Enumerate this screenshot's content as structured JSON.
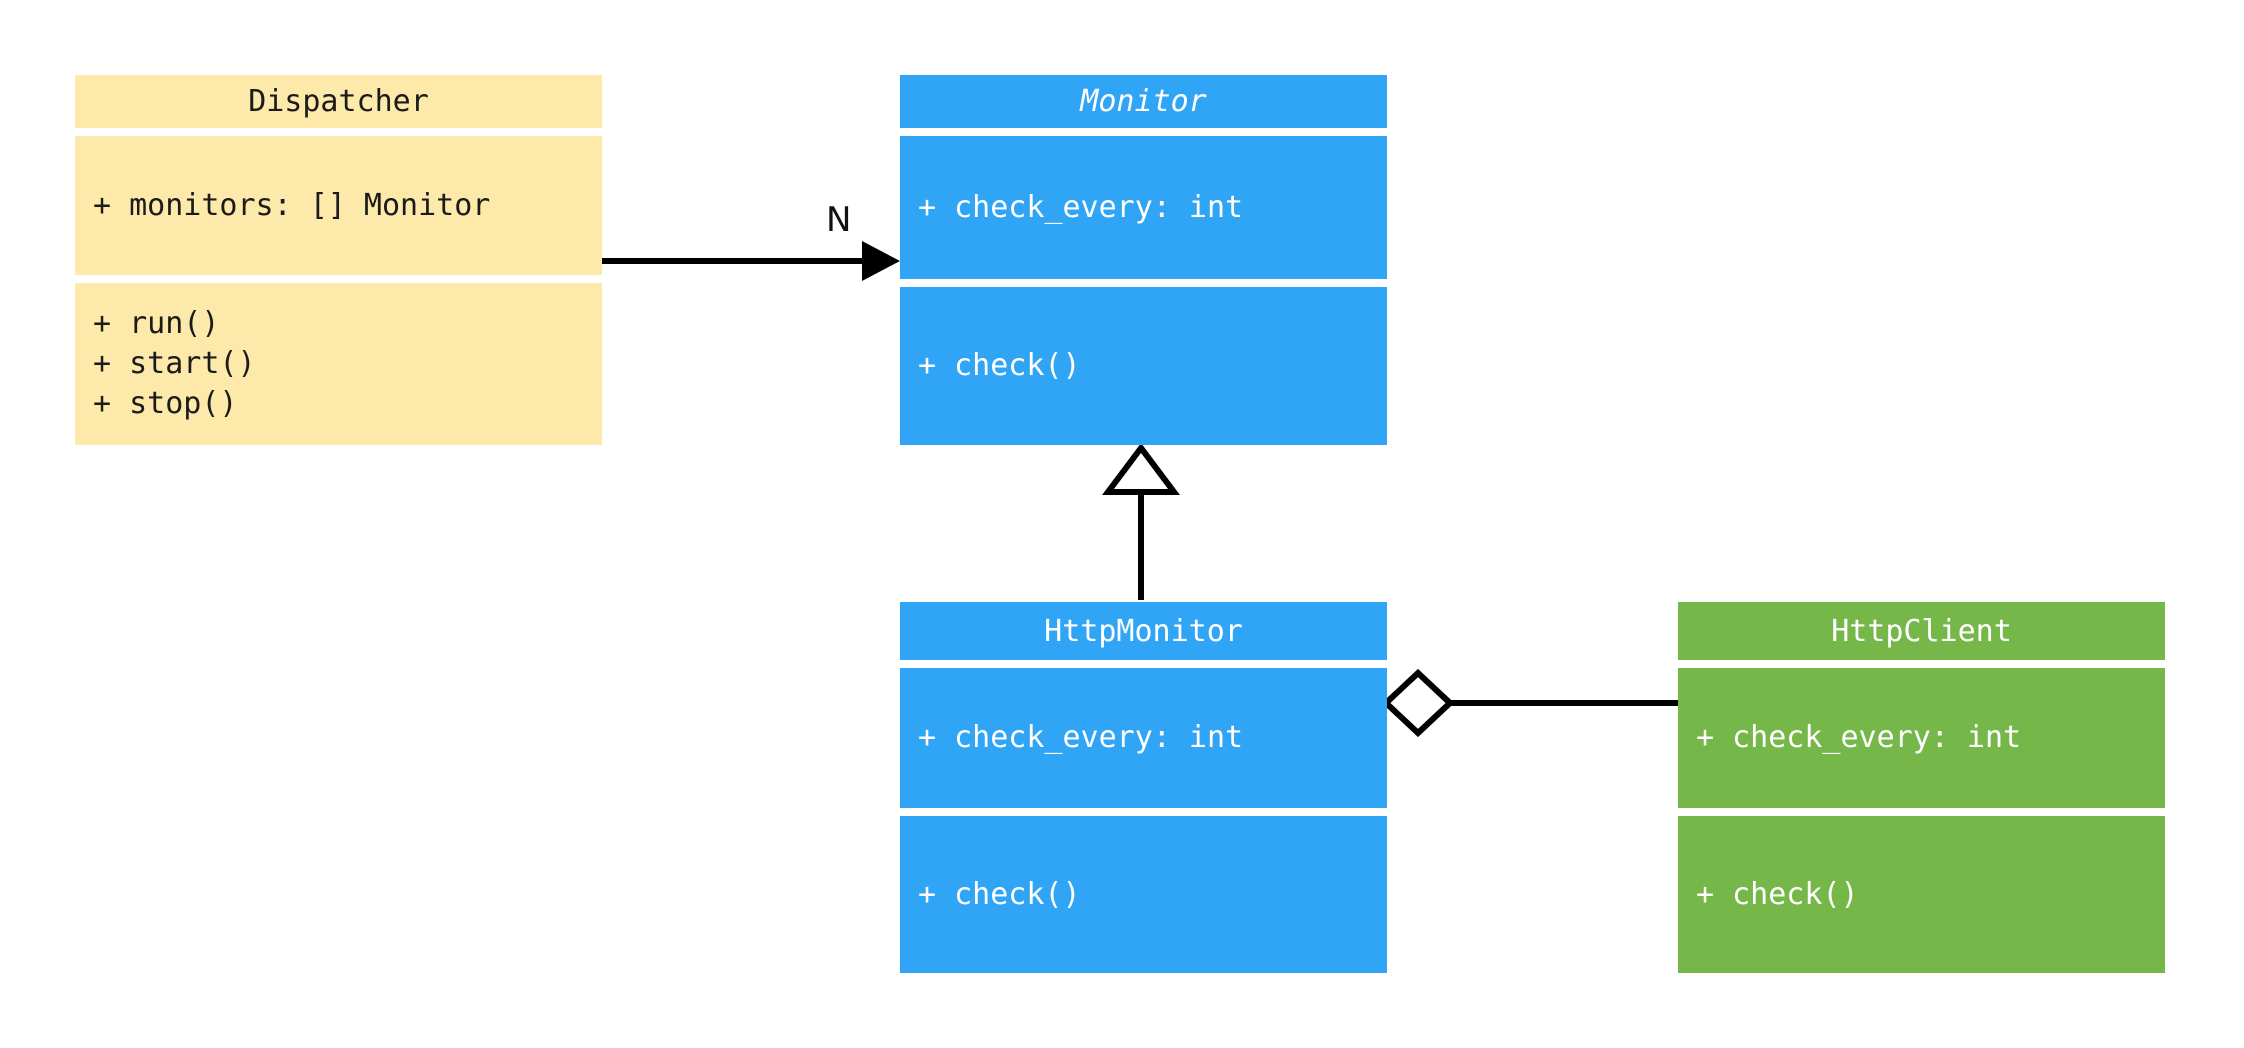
{
  "diagram": {
    "kind": "uml-class-diagram",
    "background": "#ffffff",
    "colors": {
      "yellow": "#fde9a9",
      "blue": "#30a5f5",
      "green": "#76b74a",
      "line": "#000000",
      "dark_text": "#1b1b1b",
      "light_text": "#ffffff"
    }
  },
  "classes": {
    "dispatcher": {
      "name": "Dispatcher",
      "abstract": false,
      "attributes": [
        "+ monitors: [] Monitor"
      ],
      "methods": [
        "+ run()",
        "+ start()",
        "+ stop()"
      ]
    },
    "monitor": {
      "name": "Monitor",
      "abstract": true,
      "attributes": [
        "+ check_every: int"
      ],
      "methods": [
        "+ check()"
      ]
    },
    "http_monitor": {
      "name": "HttpMonitor",
      "abstract": false,
      "attributes": [
        "+ check_every: int"
      ],
      "methods": [
        "+ check()"
      ]
    },
    "http_client": {
      "name": "HttpClient",
      "abstract": false,
      "attributes": [
        "+ check_every: int"
      ],
      "methods": [
        "+ check()"
      ]
    }
  },
  "relations": {
    "dispatcher_to_monitor": {
      "type": "association",
      "from": "Dispatcher",
      "to": "Monitor",
      "multiplicity_label": "N",
      "arrow": "filled-triangle"
    },
    "http_monitor_to_monitor": {
      "type": "generalization",
      "from": "HttpMonitor",
      "to": "Monitor",
      "multiplicity_label": "",
      "arrow": "hollow-triangle"
    },
    "http_monitor_to_http_client": {
      "type": "aggregation",
      "from": "HttpMonitor",
      "to": "HttpClient",
      "multiplicity_label": "",
      "arrow": "hollow-diamond"
    }
  }
}
